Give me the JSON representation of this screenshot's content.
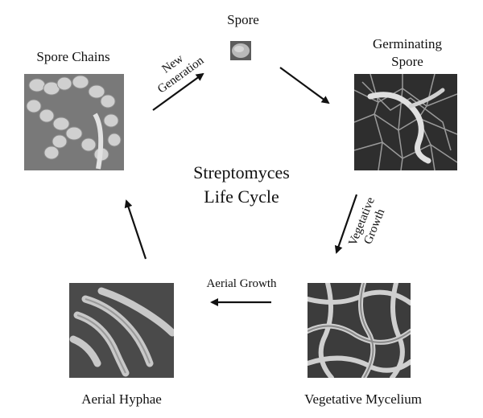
{
  "diagram": {
    "title_line1": "Streptomyces",
    "title_line2": "Life Cycle",
    "stages": {
      "spore": "Spore",
      "germinating_line1": "Germinating",
      "germinating_line2": "Spore",
      "vegetative_mycelium": "Vegetative Mycelium",
      "aerial_hyphae": "Aerial Hyphae",
      "spore_chains": "Spore Chains"
    },
    "transitions": {
      "new_generation_line1": "New",
      "new_generation_line2": "Generation",
      "vegetative_growth_line1": "Vegetative",
      "vegetative_growth_line2": "Growth",
      "aerial_growth": "Aerial Growth"
    }
  }
}
